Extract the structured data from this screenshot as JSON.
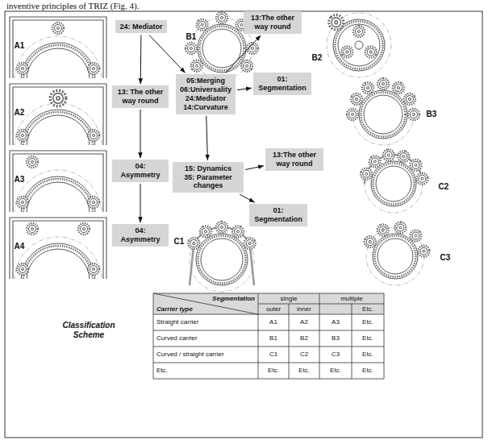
{
  "diagram": {
    "nodes": [
      {
        "text": [
          "24: Mediator"
        ]
      },
      {
        "text": [
          "13:The other way round"
        ]
      },
      {
        "text": [
          "13: The other way round"
        ]
      },
      {
        "text": [
          "05:Merging",
          "06:Universality",
          "24:Mediator",
          "14:Curvature"
        ]
      },
      {
        "text": [
          "01: Segmentation"
        ]
      },
      {
        "text": [
          "04: Asymmetry"
        ]
      },
      {
        "text": [
          "15: Dynamics",
          "35: Parameter changes"
        ]
      },
      {
        "text": [
          "13:The other way round"
        ]
      },
      {
        "text": [
          "01: Segmentation"
        ]
      },
      {
        "text": [
          "04: Asymmetry"
        ]
      }
    ],
    "edges": [
      {
        "from": 0,
        "to": 2,
        "arrow": "to"
      },
      {
        "from": 0,
        "to": 3,
        "arrow": "to"
      },
      {
        "from": 3,
        "to": 1,
        "arrow": "to"
      },
      {
        "from": 3,
        "to": 4,
        "arrow": "to"
      },
      {
        "from": 2,
        "to": 5,
        "arrow": "to"
      },
      {
        "from": 3,
        "to": 6,
        "arrow": "to"
      },
      {
        "from": 6,
        "to": 7,
        "arrow": "to"
      },
      {
        "from": 6,
        "to": 8,
        "arrow": "to"
      },
      {
        "from": 5,
        "to": 9,
        "arrow": "to"
      }
    ],
    "labels": [
      "inventive principles of TRIZ (Fig. 4).",
      "A1",
      "B1",
      "B2",
      "A2",
      "B3",
      "A3",
      "C2",
      "A4",
      "C1",
      "C3",
      "Segmentation",
      "single",
      "multiple",
      "Carrier type",
      "outer",
      "inner",
      "Etc.",
      "Classification Scheme",
      "Straight carrier",
      "A1",
      "A2",
      "A3",
      "Etc.",
      "Curved carrier",
      "B1",
      "B2",
      "B3",
      "Etc.",
      "Curved / straight carrier",
      "C1",
      "C2",
      "C3",
      "Etc.",
      "Etc.",
      "Etc.",
      "Etc.",
      "Etc.",
      "Etc."
    ]
  }
}
